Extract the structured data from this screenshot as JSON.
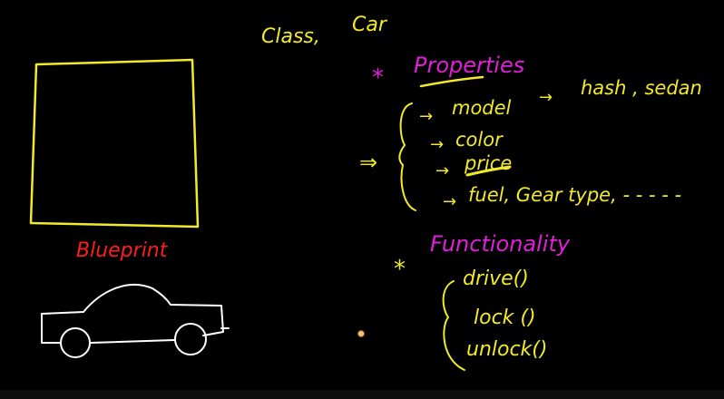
{
  "colors": {
    "background": "#000000",
    "yellow": "#f2ea28",
    "magenta": "#e21fd8",
    "red": "#ff1c1c",
    "white": "#ffffff",
    "cursor": "#f4c27a"
  },
  "header": {
    "class_word": "Class,",
    "class_name": "Car"
  },
  "blueprint": {
    "label": "Blueprint"
  },
  "properties": {
    "heading": "Properties",
    "items": [
      "model",
      "color",
      "price",
      "fuel, Gear type, - - - - -"
    ],
    "model_examples": "hash , sedan"
  },
  "functionality": {
    "heading": "Functionality",
    "methods": [
      "drive()",
      "lock ()",
      "unlock()"
    ]
  }
}
